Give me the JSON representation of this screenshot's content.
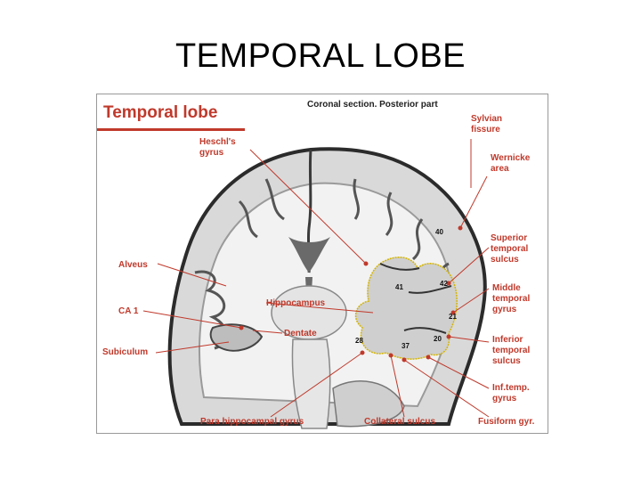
{
  "slide": {
    "title": "TEMPORAL LOBE"
  },
  "figure": {
    "title": "Temporal lobe",
    "subtitle": "Coronal section. Posterior part",
    "labels": {
      "heschl": "Heschl's\ngyrus",
      "sylvian": "Sylvian\nfissure",
      "wernicke": "Wernicke\narea",
      "sup_temporal": "Superior\ntemporal\nsulcus",
      "middle_temporal": "Middle\ntemporal\ngyrus",
      "inf_temporal": "Inferior\ntemporal\nsulcus",
      "inf_temp_gyrus": "Inf.temp.\ngyrus",
      "fusiform": "Fusiform gyr.",
      "collateral": "Collateral sulcus",
      "parahippocampal": "Para hippocampal gyrus",
      "alveus": "Alveus",
      "ca1": "CA 1",
      "subiculum": "Subiculum",
      "hippocampus": "Hippocampus",
      "dentate": "Dentate"
    },
    "areas": [
      "40",
      "41",
      "42",
      "21",
      "20",
      "28",
      "37"
    ]
  },
  "colors": {
    "accent": "#c0392b",
    "tissue": "#d9d9d9",
    "outline": "#2b2b2b",
    "trace": "#d4b400"
  }
}
